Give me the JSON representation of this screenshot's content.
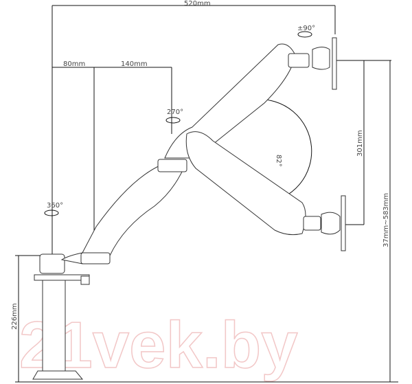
{
  "dimensions": {
    "total_reach": "520mm",
    "pole_offset": "80mm",
    "arm_offset": "140mm",
    "vertical_travel": "301mm",
    "height_range": "37mm~583mm",
    "pole_height": "226mm"
  },
  "angles": {
    "tilt": "±90°",
    "swivel": "270°",
    "arm_angle": "82°",
    "base_rotation": "360°"
  },
  "watermark": "21vek.by",
  "colors": {
    "line": "#111111",
    "watermark": "#f2c7c7"
  }
}
